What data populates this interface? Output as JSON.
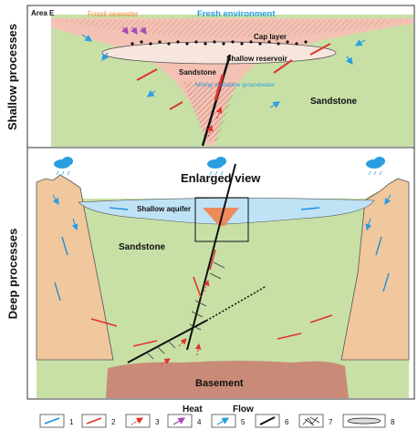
{
  "side_labels": {
    "top": "Shallow processes",
    "bottom": "Deep processes"
  },
  "top_panel": {
    "area": "Area E",
    "fossil_seawater": "Fossil seawater",
    "fresh_environment": "Fresh environment",
    "cap_layer": "Cap layer",
    "shallow_reservoir": "Shallow reservoir",
    "sandstone_left": "Sandstone",
    "mixing": "Mixing of shallow groundwater",
    "sandstone_right": "Sandstone"
  },
  "bottom_panel": {
    "enlarged_view": "Enlarged view",
    "shallow_aquifer": "Shallow aquifer",
    "sandstone": "Sandstone",
    "basement": "Basement"
  },
  "legend": {
    "heat": "Heat",
    "flow": "Flow",
    "items": [
      {
        "num": "1",
        "symbol": "blue-line-icon",
        "color": "#1e90d8"
      },
      {
        "num": "2",
        "symbol": "red-line-icon",
        "color": "#e0342c"
      },
      {
        "num": "3",
        "symbol": "red-dashed-arrow-icon",
        "color": "#e0342c"
      },
      {
        "num": "4",
        "symbol": "purple-arrow-icon",
        "color": "#a64ab8"
      },
      {
        "num": "5",
        "symbol": "blue-arrow-icon",
        "color": "#2a9fe0"
      },
      {
        "num": "6",
        "symbol": "black-fault-line-icon",
        "color": "#111111"
      },
      {
        "num": "7",
        "symbol": "fracture-zone-icon",
        "color": "#333333"
      },
      {
        "num": "8",
        "symbol": "cap-layer-ellipse-icon",
        "color": "#111111"
      }
    ]
  },
  "colors": {
    "sandstone": "#c8e0a6",
    "basement": "#c98b78",
    "water": "#bfe2f5",
    "mountain": "#f1c79e",
    "mixing_zone": "#f4c2b5",
    "reservoir": "#f7e6de",
    "fresh_text": "#2a9fe0",
    "seawater_text": "#f08a3c"
  }
}
